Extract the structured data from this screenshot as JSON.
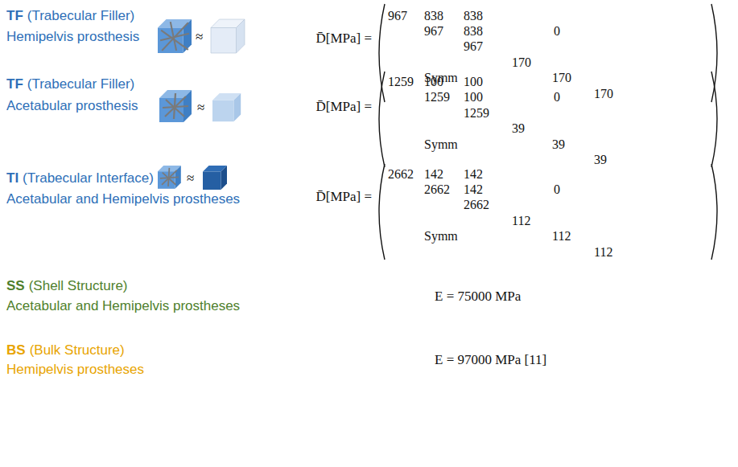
{
  "diagram": {
    "labels": [
      "TF",
      "(Trabecular Filler)",
      "Hemipelvis prosthesis",
      "≈",
      "D̄[MPa] =",
      "967",
      "838",
      "838",
      "967",
      "838",
      "0",
      "967",
      "170",
      "Symm",
      "170",
      "170",
      "TF",
      "(Trabecular Filler)",
      "Acetabular prosthesis",
      "≈",
      "D̄[MPa] =",
      "1259",
      "100",
      "100",
      "1259",
      "100",
      "0",
      "1259",
      "39",
      "Symm",
      "39",
      "39",
      "TI",
      "(Trabecular Interface)",
      "Acetabular and Hemipelvis prostheses",
      "≈",
      "D̄[MPa] =",
      "2662",
      "142",
      "142",
      "2662",
      "142",
      "0",
      "2662",
      "112",
      "Symm",
      "112",
      "112",
      "SS",
      "(Shell Structure)",
      "Acetabular and Hemipelvis prostheses",
      "E = 75000 MPa",
      "BS",
      "(Bulk Structure)",
      "Hemipelvis prostheses",
      "E = 97000 MPa [11]"
    ]
  }
}
